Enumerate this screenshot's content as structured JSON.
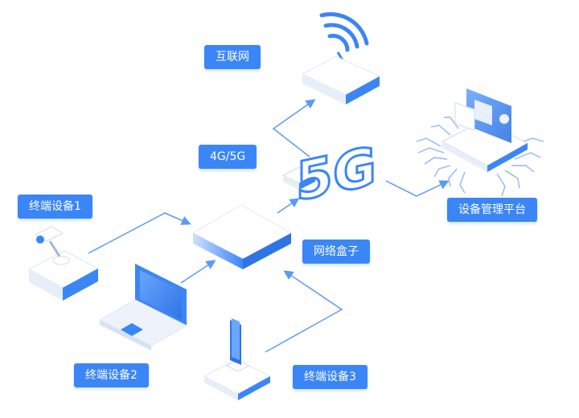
{
  "labels": {
    "internet": "互联网",
    "network_5g": "4G/5G",
    "platform": "设备管理平台",
    "device1": "终端设备1",
    "network_box": "网络盒子",
    "device2": "终端设备2",
    "device3": "终端设备3"
  },
  "badge_5g": "5G",
  "colors": {
    "accent": "#3b86f7",
    "device_body": "#eef3fb",
    "device_top": "#ffffff",
    "device_edge": "#2f74e6",
    "connector": "#5a9af5"
  }
}
